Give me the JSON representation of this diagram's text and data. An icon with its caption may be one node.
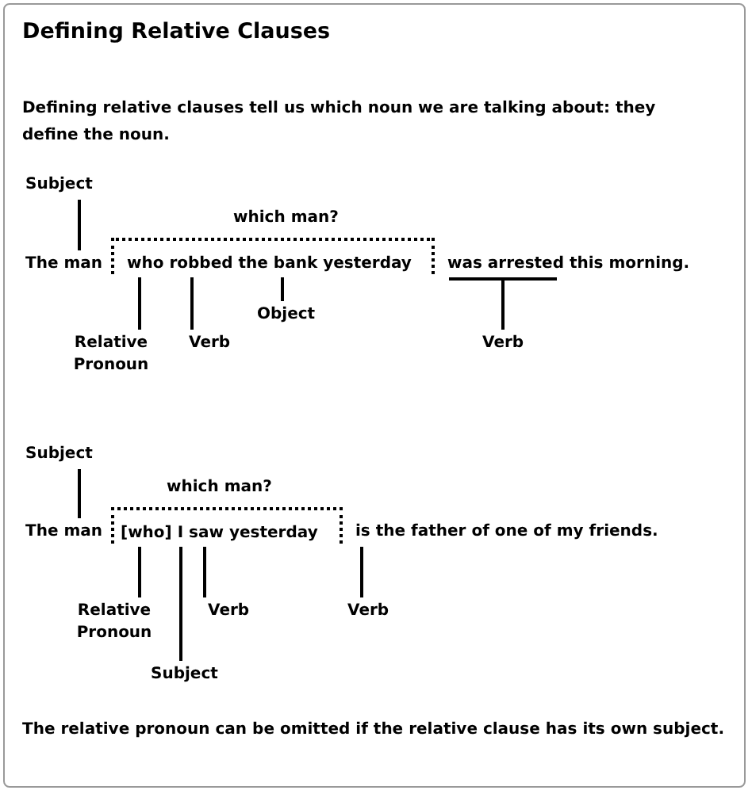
{
  "diagram": {
    "title": "Defining Relative Clauses",
    "nodes": [
      {
        "text": [
          "Subject"
        ]
      },
      {
        "text": [
          "The man"
        ]
      },
      {
        "text": [
          "which man?",
          "who robbed the bank yesterday"
        ]
      },
      {
        "text": [
          "was arrested this morning."
        ]
      },
      {
        "text": [
          "Relative Pronoun"
        ]
      },
      {
        "text": [
          "Verb"
        ]
      },
      {
        "text": [
          "Object"
        ]
      },
      {
        "text": [
          "Verb"
        ]
      },
      {
        "text": [
          "Subject"
        ]
      },
      {
        "text": [
          "The man"
        ]
      },
      {
        "text": [
          "which man?",
          "[who] I saw yesterday"
        ]
      },
      {
        "text": [
          "is the father of one of my friends."
        ]
      },
      {
        "text": [
          "Relative Pronoun"
        ]
      },
      {
        "text": [
          "Subject"
        ]
      },
      {
        "text": [
          "Verb"
        ]
      },
      {
        "text": [
          "Verb"
        ]
      }
    ],
    "edges": [
      {
        "from": 0,
        "to": 1,
        "arrow": "none"
      },
      {
        "from": 4,
        "to": 2,
        "arrow": "none"
      },
      {
        "from": 5,
        "to": 2,
        "arrow": "none"
      },
      {
        "from": 6,
        "to": 2,
        "arrow": "none"
      },
      {
        "from": 7,
        "to": 3,
        "arrow": "none"
      },
      {
        "from": 8,
        "to": 9,
        "arrow": "none"
      },
      {
        "from": 12,
        "to": 10,
        "arrow": "none"
      },
      {
        "from": 13,
        "to": 10,
        "arrow": "none"
      },
      {
        "from": 14,
        "to": 10,
        "arrow": "none"
      },
      {
        "from": 15,
        "to": 11,
        "arrow": "none"
      }
    ],
    "labels": [
      "Defining relative clauses tell us which noun we are talking about: they define the noun.",
      "The relative pronoun can be omitted if the relative clause has its own subject."
    ]
  }
}
